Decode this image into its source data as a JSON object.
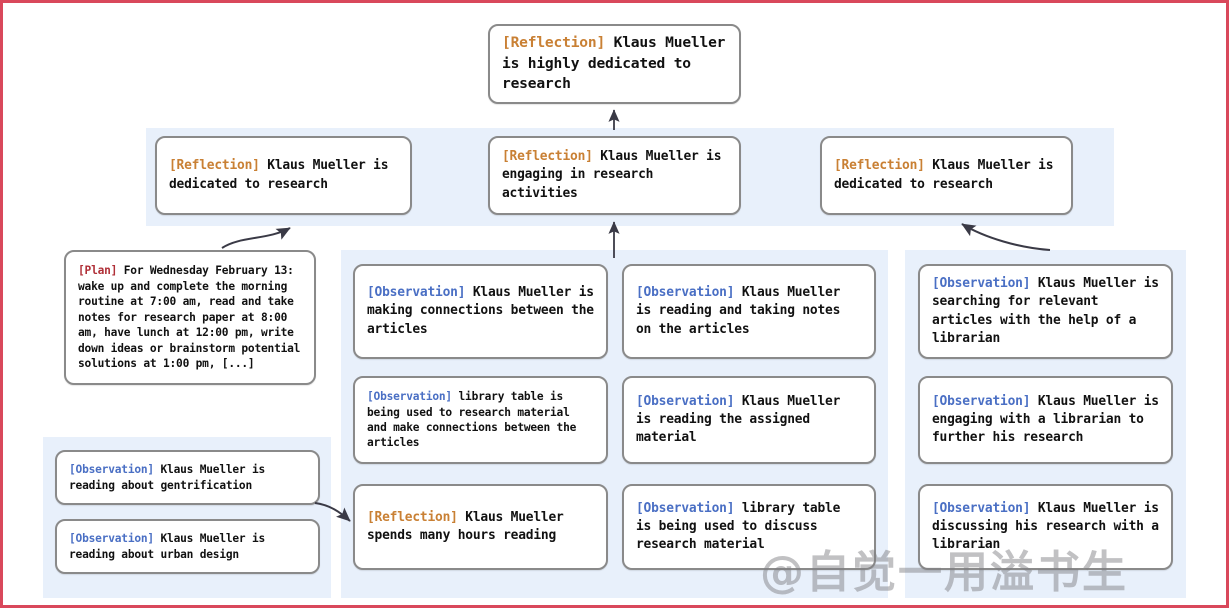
{
  "diagram": {
    "title": "Reflection tree of memory stream nodes",
    "colors": {
      "frame_border": "#d9485b",
      "panel_background": "#e8f0fb",
      "node_border": "#8a8a8a",
      "node_background": "#ffffff",
      "tag_reflection": "#c98034",
      "tag_observation": "#4a6fc4",
      "tag_plan": "#b03038",
      "arrow": "#3a3a46"
    },
    "watermark": "@自觉一用溢书生"
  },
  "root": {
    "tag": "[Reflection]",
    "tag_type": "reflection",
    "text": " Klaus Mueller is highly dedicated to research"
  },
  "reflections": [
    {
      "tag": "[Reflection]",
      "tag_type": "reflection",
      "text": " Klaus Mueller is dedicated to research"
    },
    {
      "tag": "[Reflection]",
      "tag_type": "reflection",
      "text": " Klaus Mueller is engaging in research activities"
    },
    {
      "tag": "[Reflection]",
      "tag_type": "reflection",
      "text": " Klaus Mueller is dedicated to research"
    }
  ],
  "plan": {
    "tag": "[Plan]",
    "tag_type": "plan",
    "text": " For Wednesday February 13: wake up and complete the morning routine at 7:00 am, read and take notes for research paper at 8:00 am, have lunch at 12:00 pm, write down ideas or brainstorm potential solutions at 1:00 pm, [...]"
  },
  "left_observations": [
    {
      "tag": "[Observation]",
      "tag_type": "observation",
      "text": " Klaus Mueller is reading about gentrification"
    },
    {
      "tag": "[Observation]",
      "tag_type": "observation",
      "text": " Klaus Mueller is reading about urban design"
    }
  ],
  "column_left": [
    {
      "tag": "[Observation]",
      "tag_type": "observation",
      "text": " Klaus Mueller is making connections between the articles"
    },
    {
      "tag": "[Observation]",
      "tag_type": "observation",
      "text": " library table is being used to research material and make connections between the articles"
    },
    {
      "tag": "[Reflection]",
      "tag_type": "reflection",
      "text": " Klaus Mueller spends many hours reading"
    }
  ],
  "column_middle": [
    {
      "tag": "[Observation]",
      "tag_type": "observation",
      "text": " Klaus Mueller is reading and taking notes on the articles"
    },
    {
      "tag": "[Observation]",
      "tag_type": "observation",
      "text": " Klaus Mueller is reading the assigned material"
    },
    {
      "tag": "[Observation]",
      "tag_type": "observation",
      "text": " library table is being used to discuss research material"
    }
  ],
  "column_right": [
    {
      "tag": "[Observation]",
      "tag_type": "observation",
      "text": " Klaus Mueller is searching for relevant articles with the help of a librarian"
    },
    {
      "tag": "[Observation]",
      "tag_type": "observation",
      "text": " Klaus Mueller is engaging with a librarian to further his research"
    },
    {
      "tag": "[Observation]",
      "tag_type": "observation",
      "text": " Klaus Mueller is discussing his research with a librarian"
    }
  ]
}
